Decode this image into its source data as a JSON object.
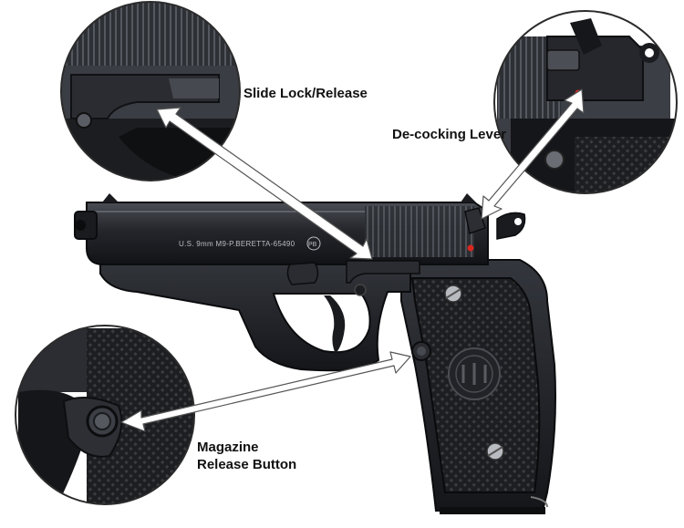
{
  "callouts": {
    "slide_lock": "Slide Lock/Release",
    "decocking": "De-cocking Lever",
    "magazine_line1": "Magazine",
    "magazine_line2": "Release Button"
  },
  "markings": {
    "slide_text": "U.S. 9mm M9-P.BERETTA-65490",
    "slide_stamp": "PB"
  },
  "colors": {
    "metal": "#1e2024",
    "metal_light": "#3a3d43",
    "grip": "#222326",
    "arrow_fill": "#ffffff",
    "arrow_stroke": "#555555",
    "dot": "#d8281e"
  }
}
